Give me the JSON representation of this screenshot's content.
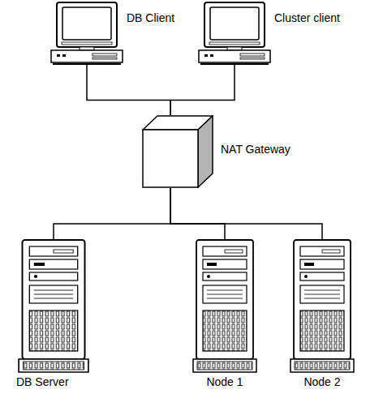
{
  "diagram": {
    "nodes": [
      {
        "text": [
          "DB Client"
        ]
      },
      {
        "text": [
          "Cluster client"
        ]
      },
      {
        "text": [
          "NAT Gateway"
        ]
      },
      {
        "text": [
          "DB Server"
        ]
      },
      {
        "text": [
          "Node 1"
        ]
      },
      {
        "text": [
          "Node 2"
        ]
      }
    ],
    "edges": [
      {
        "from": 0,
        "to": 2,
        "arrow": "none"
      },
      {
        "from": 1,
        "to": 2,
        "arrow": "none"
      },
      {
        "from": 2,
        "to": 3,
        "arrow": "none"
      },
      {
        "from": 2,
        "to": 4,
        "arrow": "none"
      },
      {
        "from": 2,
        "to": 5,
        "arrow": "none"
      }
    ]
  }
}
